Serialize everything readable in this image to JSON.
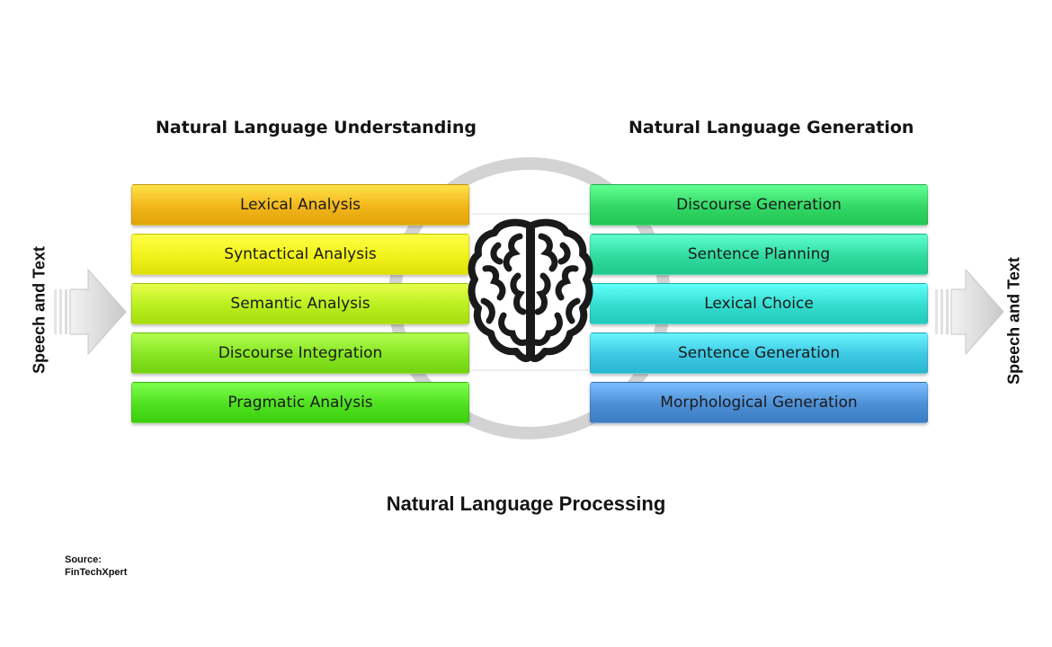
{
  "headings": {
    "understanding": "Natural Language Understanding",
    "generation": "Natural Language Generation"
  },
  "side_labels": {
    "input": "Speech and Text",
    "output": "Speech and Text"
  },
  "understanding_steps": [
    {
      "label": "Lexical Analysis",
      "color": "#f2b51a"
    },
    {
      "label": "Syntactical Analysis",
      "color": "#f1f21a"
    },
    {
      "label": "Semantic Analysis",
      "color": "#b9ef1e"
    },
    {
      "label": "Discourse Integration",
      "color": "#86e522"
    },
    {
      "label": "Pragmatic Analysis",
      "color": "#4fe01f"
    }
  ],
  "generation_steps": [
    {
      "label": "Discourse Generation",
      "color": "#33d765"
    },
    {
      "label": "Sentence Planning",
      "color": "#31dba0"
    },
    {
      "label": "Lexical Choice",
      "color": "#34dcce"
    },
    {
      "label": "Sentence Generation",
      "color": "#3cc7e2"
    },
    {
      "label": "Morphological Generation",
      "color": "#4d8fd4"
    }
  ],
  "title": "Natural Language Processing",
  "source": {
    "label": "Source:",
    "name": "FinTechXpert"
  },
  "icons": [
    "brain-icon",
    "arrow-right-icon"
  ]
}
